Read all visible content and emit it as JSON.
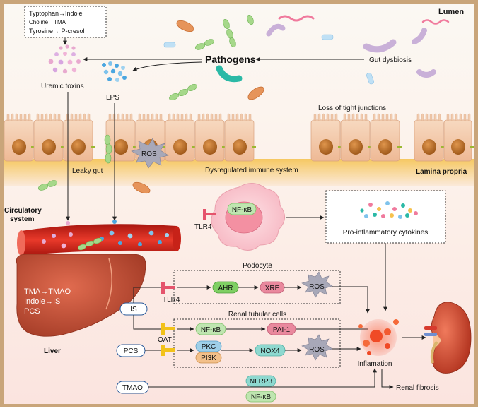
{
  "lumen": {
    "label": "Lumen",
    "metabolism": [
      "Typtophan→Indole",
      "Choline→TMA",
      "Tyrosine→ P-cresol"
    ],
    "pathogens": "Pathogens",
    "gut_dysbiosis": "Gut dysbiosis",
    "uremic_toxins": "Uremic toxins",
    "lps": "LPS",
    "loss_tight_junctions": "Loss of tight junctions"
  },
  "epithelium": {
    "ros": "ROS",
    "dysregulated": "Dysregulated immune system",
    "lamina_propria": "Lamina propria",
    "leaky_gut": "Leaky gut"
  },
  "circulation": {
    "label_line1": "Circulatory",
    "label_line2": "system"
  },
  "immune": {
    "nfkb": "NF-κB",
    "tlr4": "TLR4",
    "cytokines": "Pro-inflammatory cytokines"
  },
  "liver": {
    "lines": [
      "TMA→TMAO",
      "Indole→IS",
      "PCS"
    ],
    "label": "Liver"
  },
  "podocyte": {
    "title": "Podocyte",
    "tlr4": "TLR4",
    "ahr": "AHR",
    "xre": "XRE",
    "ros": "ROS"
  },
  "tubular": {
    "title": "Renal tubular cells",
    "oat": "OAT",
    "nfkb": "NF-κB",
    "pai1": "PAI-1",
    "pkc": "PKC",
    "pi3k": "PI3K",
    "nox4": "NOX4",
    "ros": "ROS"
  },
  "toxins": {
    "is": "IS",
    "pcs": "PCS",
    "tmao": "TMAO"
  },
  "bottom": {
    "nlrp3": "NLRP3",
    "nfkb": "NF-κB"
  },
  "outcome": {
    "inflammation": "Inflamation",
    "fibrosis": "Renal fibrosis"
  },
  "colors": {
    "border": "#c9a57a",
    "bg_top": "#fbf7f1",
    "bg_bottom": "#fbe5df",
    "cell": "#f1c9a7",
    "nucleus": "#b4691f",
    "green_node": "#7fcf63",
    "pink_node": "#e9889d",
    "blue_node": "#9fcfe8",
    "orange_node": "#f3c08a",
    "teal_node": "#8ed8cf",
    "ros": "#a8a8b8",
    "vessel": "#d32a20",
    "liver": "#c9543a",
    "receptor_pink": "#e5546c",
    "receptor_yellow": "#f2c21a",
    "inflammation": "#f0381e"
  }
}
